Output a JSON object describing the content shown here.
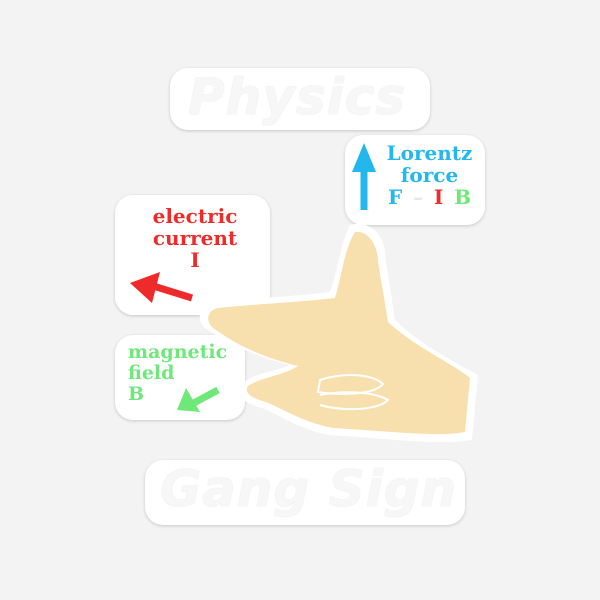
{
  "sticker": {
    "top_title": "Physics",
    "bottom_title": "Gang Sign",
    "lorentz": {
      "line1": "Lorentz",
      "line2": "force",
      "F": "F",
      "sep": "–",
      "I": "I",
      "B": "B"
    },
    "current": {
      "line1": "electric",
      "line2": "current",
      "symbol": "I"
    },
    "magnetic": {
      "line1": "magnetic",
      "line2": "field",
      "symbol": "B"
    },
    "colors": {
      "lorentz": "#22b8ee",
      "current": "#ee2a2a",
      "magnetic": "#6fe87a",
      "hand": "#f8dfae",
      "background": "#f3f3f3"
    }
  }
}
